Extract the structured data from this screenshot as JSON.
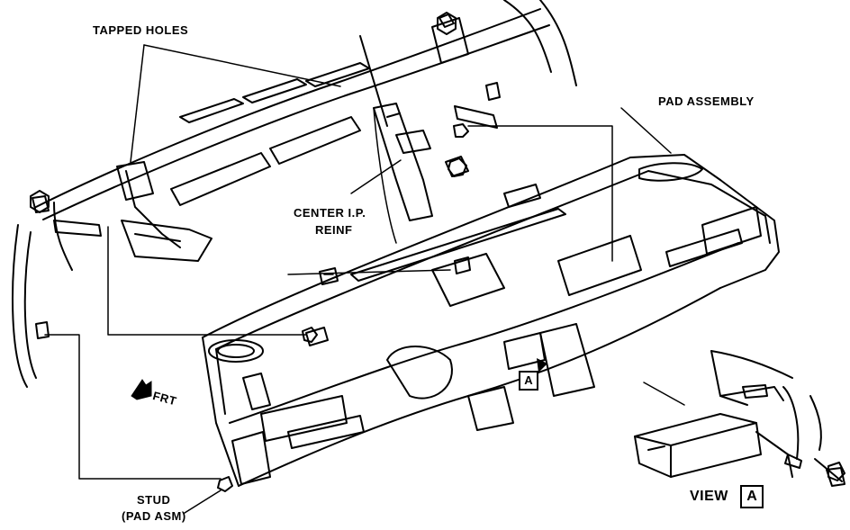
{
  "labels": {
    "tapped_holes": "TAPPED HOLES",
    "pad_assembly": "PAD ASSEMBLY",
    "center_ip_line1": "CENTER I.P.",
    "center_ip_line2": "REINF",
    "frt": "FRT",
    "stud_line1": "STUD",
    "stud_line2": "(PAD ASM)",
    "view": "VIEW",
    "view_ref": "A",
    "callout_ref": "A"
  },
  "icons": {
    "front_arrow": "front-direction-arrow-icon",
    "view_ref_box": "view-reference-box"
  },
  "colors": {
    "ink": "#000000",
    "paper": "#ffffff"
  }
}
